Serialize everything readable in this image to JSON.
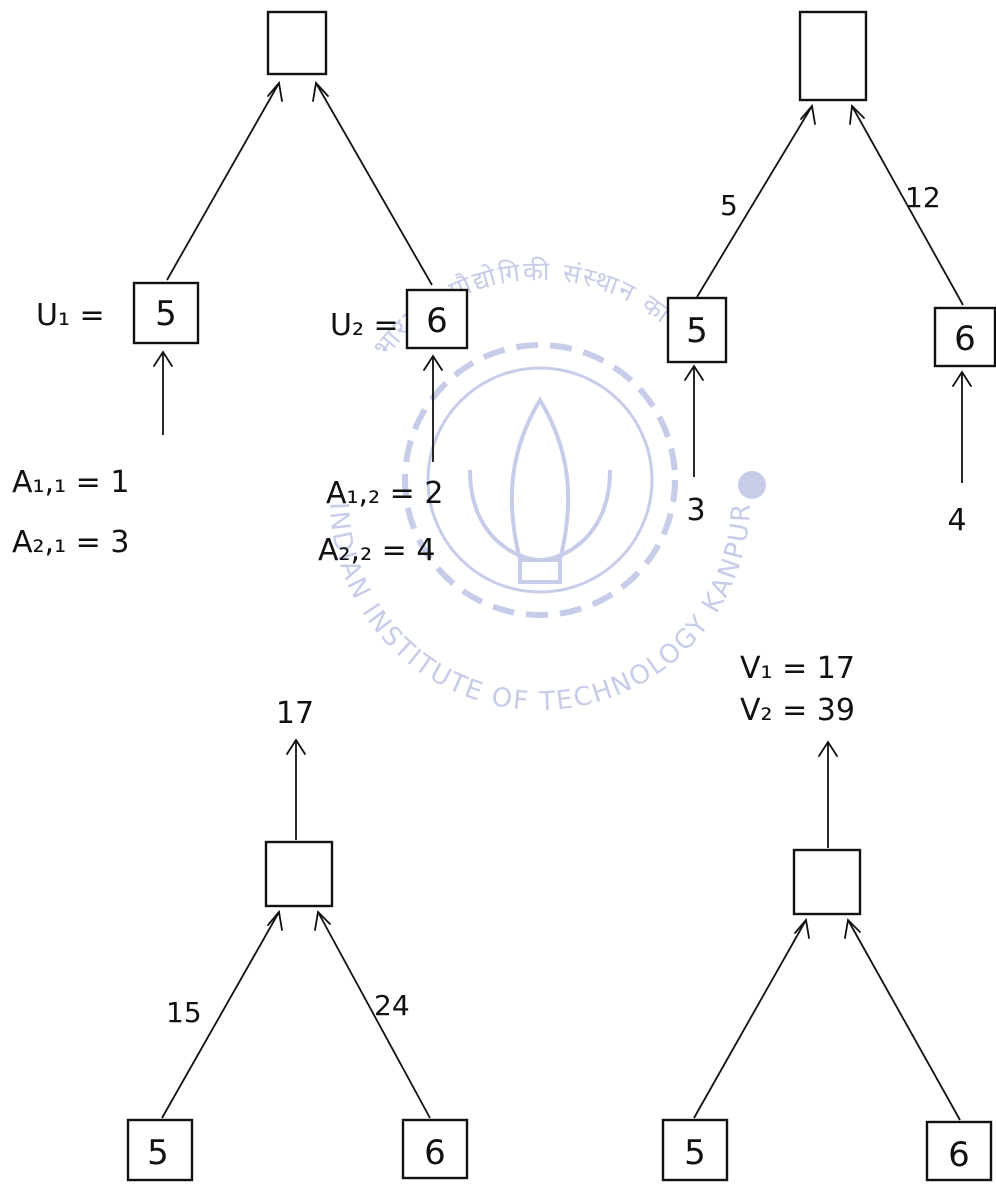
{
  "watermark": {
    "top_text": "भारतीय प्रौद्योगिकी संस्थान कानपुर",
    "bottom_text": "INDIAN INSTITUTE OF TECHNOLOGY KANPUR",
    "color": "#9aa4d8"
  },
  "panels": {
    "top_left": {
      "left_node": "5",
      "right_node": "6",
      "left_node_prefix": "U₁ =",
      "right_node_prefix": "U₂ =",
      "left_inputs": [
        "A₁,₁ = 1",
        "A₂,₁ = 3"
      ],
      "right_inputs": [
        "A₁,₂ = 2",
        "A₂,₂ = 4"
      ]
    },
    "top_right": {
      "left_node": "5",
      "right_node": "6",
      "left_edge_label": "5",
      "right_edge_label": "12",
      "left_input": "3",
      "right_input": "4"
    },
    "bottom_left": {
      "left_node": "5",
      "right_node": "6",
      "left_edge_label": "15",
      "right_edge_label": "24",
      "output": "17"
    },
    "bottom_right": {
      "left_node": "5",
      "right_node": "6",
      "outputs": [
        "V₁ = 17",
        "V₂ = 39"
      ]
    }
  }
}
